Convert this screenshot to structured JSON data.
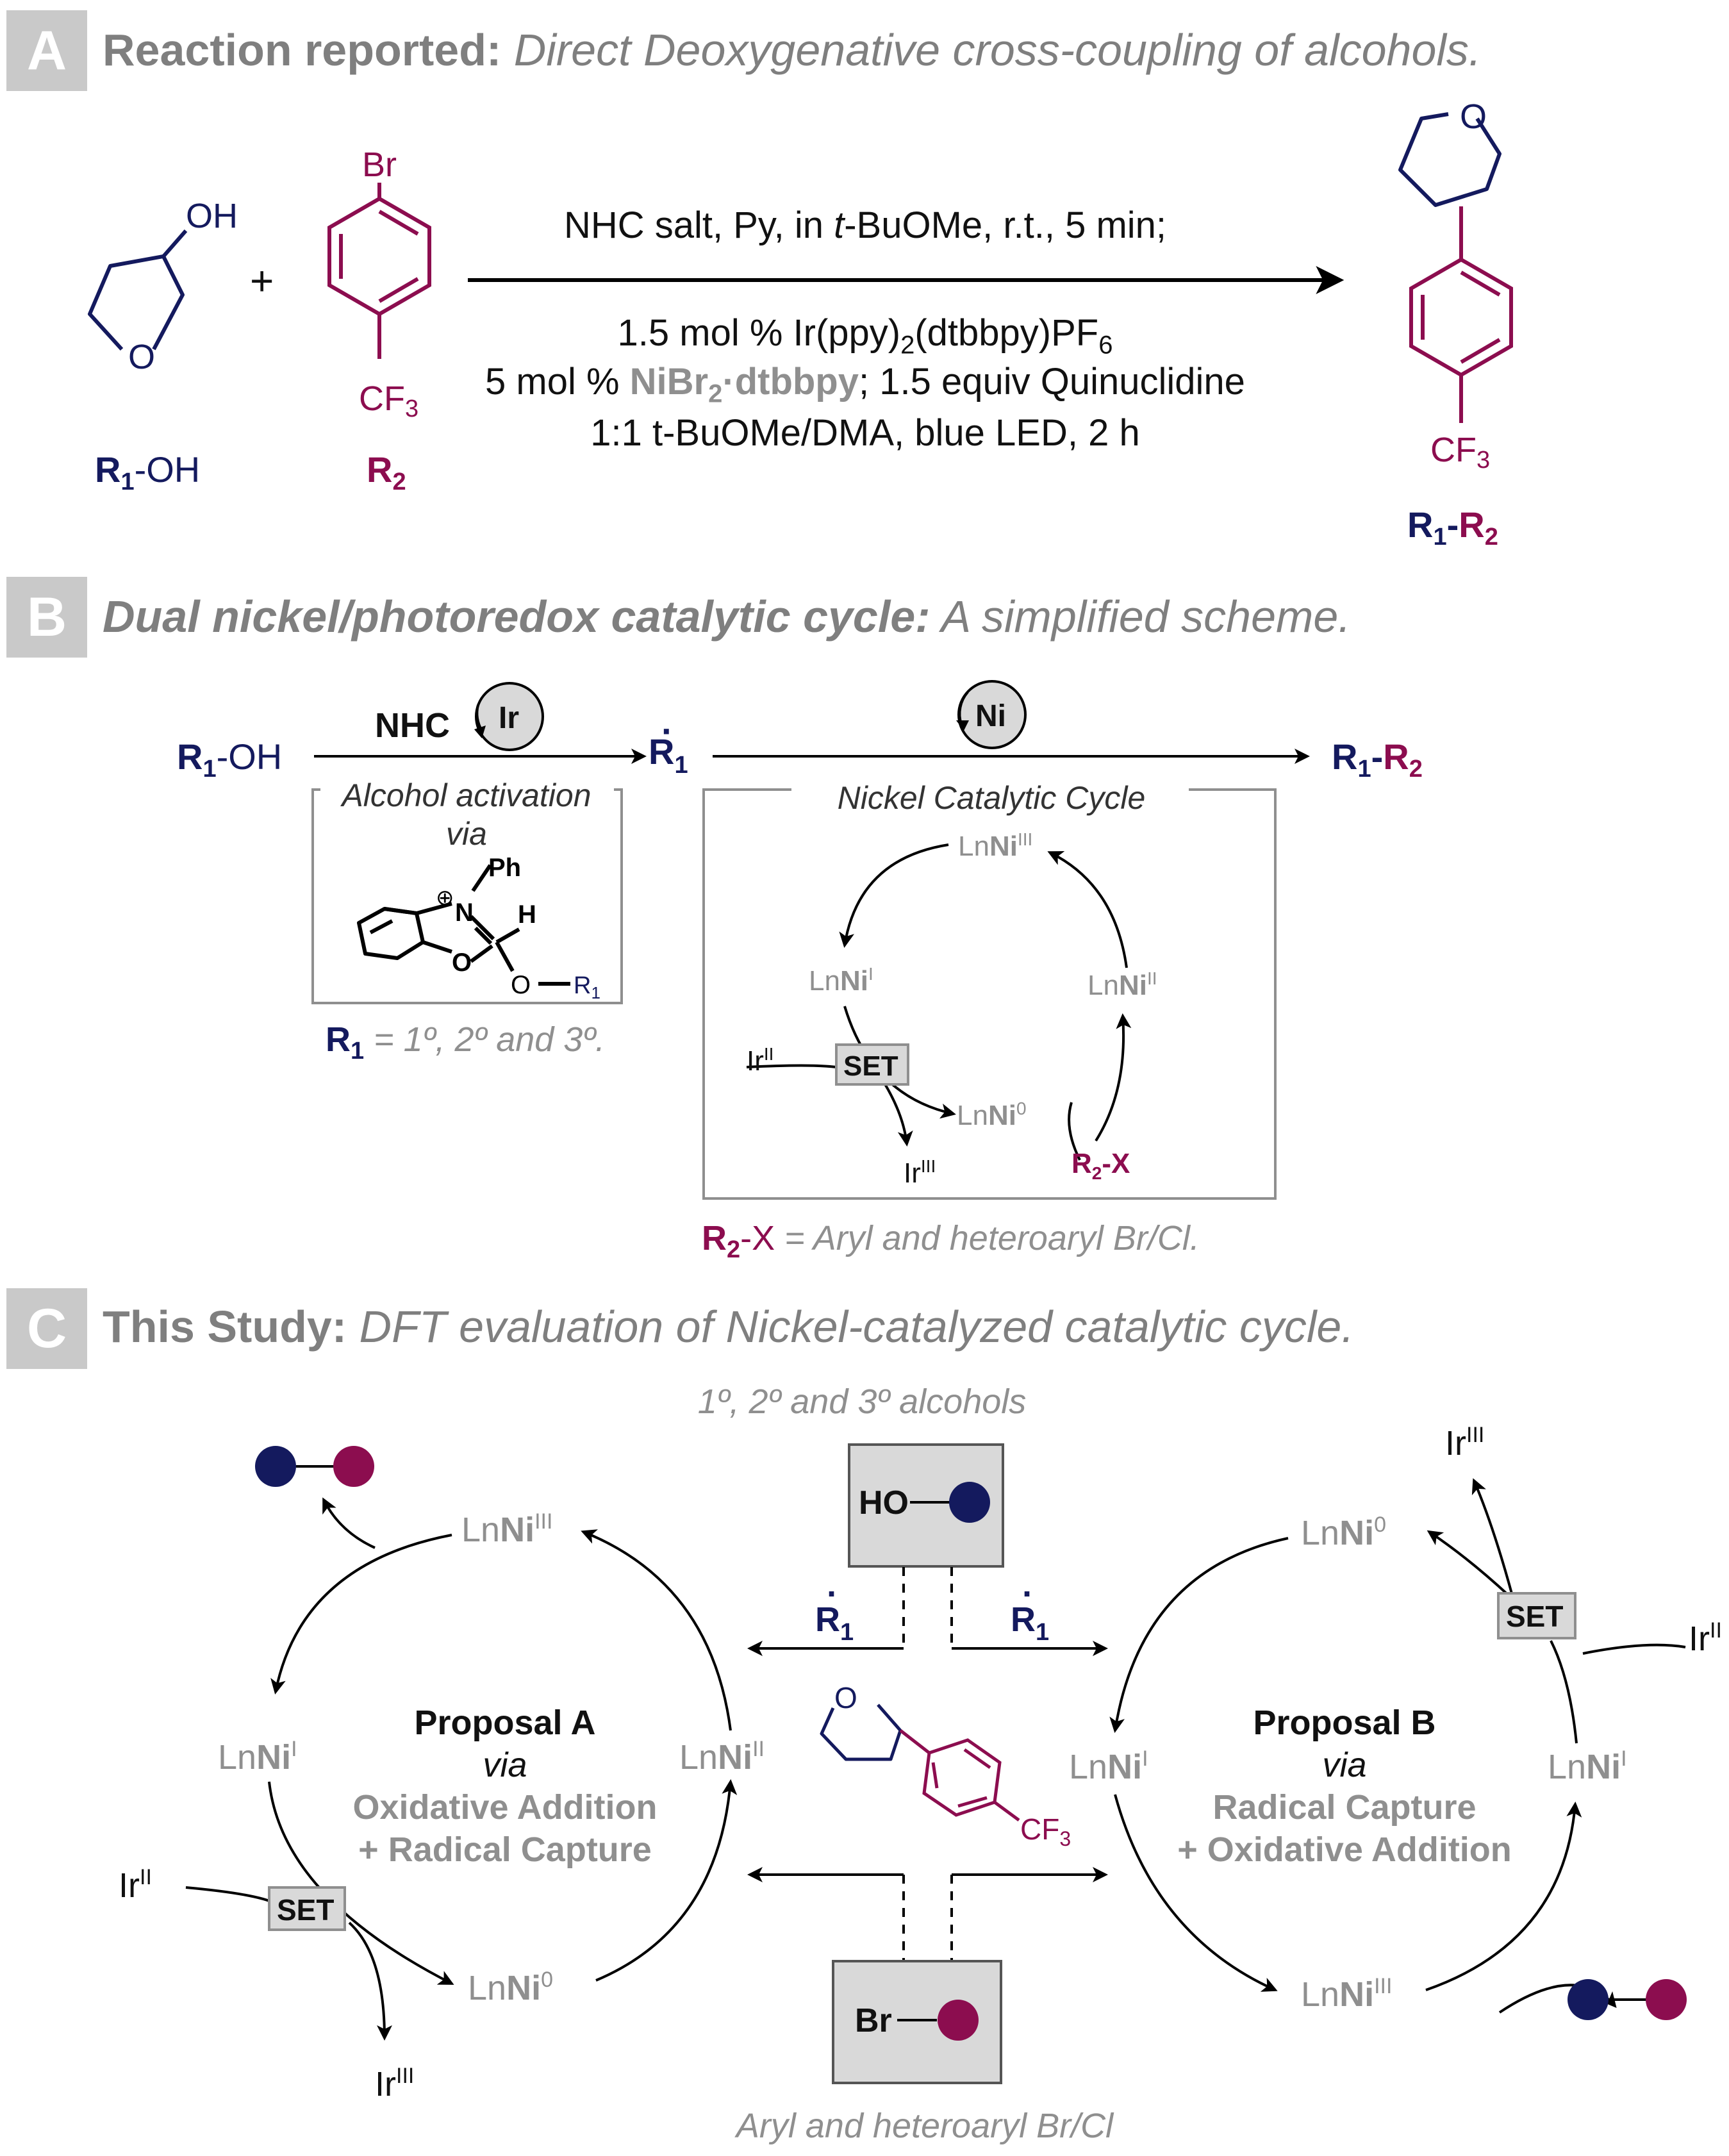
{
  "section_a": {
    "letter": "A",
    "title_bold": "Reaction reported:",
    "title_italic": " Direct Deoxygenative cross-coupling of alcohols.",
    "reactant1": {
      "oh": "OH",
      "o": "O",
      "r": "R",
      "sub": "1",
      "suffix": "-OH"
    },
    "plus": "+",
    "reactant2": {
      "br": "Br",
      "cf3": "CF",
      "cf3_sub": "3",
      "r": "R",
      "sub": "2"
    },
    "conditions": {
      "line1_a": "NHC salt, Py, in ",
      "line1_b": "t",
      "line1_c": "-BuOMe, r.t., 5 min;",
      "line2_a": "1.5 mol % Ir(ppy)",
      "line2_sub1": "2",
      "line2_b": "(dtbbpy)PF",
      "line2_sub2": "6",
      "line3_a": "5 mol % ",
      "line3_b": "NiBr",
      "line3_sub": "2",
      "line3_c": "·dtbbpy",
      "line3_d": "; 1.5 equiv Quinuclidine",
      "line4": "1:1 t-BuOMe/DMA, blue LED, 2 h"
    },
    "product": {
      "o": "O",
      "cf3": "CF",
      "cf3_sub": "3",
      "r1": "R",
      "sub1": "1",
      "dash": "-",
      "r2": "R",
      "sub2": "2"
    }
  },
  "section_b": {
    "letter": "B",
    "title_italic_bold": "Dual nickel/photoredox catalytic cycle:",
    "title_italic": " A simplified scheme.",
    "start": {
      "r": "R",
      "sub": "1",
      "suffix": "-OH"
    },
    "nhc": "NHC",
    "ir": "Ir",
    "ni": "Ni",
    "radical": {
      "r": "R",
      "sub": "1",
      "dot": "·"
    },
    "end": {
      "r1": "R",
      "sub1": "1",
      "dash": "-",
      "r2": "R",
      "sub2": "2"
    },
    "activation_title": "Alcohol activation",
    "activation_via": "via",
    "struct_labels": {
      "ph": "Ph",
      "n": "N",
      "plus": "⊕",
      "h": "H",
      "o1": "O",
      "o2": "O",
      "r1": "R",
      "r1sub": "1"
    },
    "r1_note": {
      "r": "R",
      "sub": "1",
      "text": " = 1º, 2º and 3º."
    },
    "ni_cycle_title": "Nickel Catalytic Cycle",
    "species": {
      "ln": "Ln",
      "ni": "Ni",
      "niIII": "III",
      "niI": "I",
      "niII": "II",
      "ni0": "0"
    },
    "set": "SET",
    "irII": {
      "ir": "Ir",
      "ox": "II"
    },
    "irIII": {
      "ir": "Ir",
      "ox": "III"
    },
    "r2x": {
      "r": "R",
      "sub": "2",
      "x": "-X"
    },
    "r2x_note": {
      "r": "R",
      "sub": "2",
      "x": "-X",
      "text": " = Aryl and heteroaryl Br/Cl."
    }
  },
  "section_c": {
    "letter": "C",
    "title_bold": "This Study:",
    "title_italic": " DFT evaluation of Nickel-catalyzed catalytic cycle.",
    "alcohols_caption": "1º, 2º and 3º alcohols",
    "ho": "HO",
    "radical": {
      "r": "R",
      "sub": "1",
      "dot": "·"
    },
    "br": "Br",
    "aryl_caption": "Aryl and heteroaryl Br/Cl",
    "product_cf3": "CF",
    "product_cf3_sub": "3",
    "product_o": "O",
    "proposal_a": {
      "title": "Proposal A",
      "via": "via",
      "line1": "Oxidative Addition",
      "line2": "+ Radical Capture"
    },
    "proposal_b": {
      "title": "Proposal B",
      "via": "via",
      "line1": "Radical Capture",
      "line2": "+ Oxidative Addition"
    },
    "set": "SET",
    "ir": "Ir",
    "irII": "II",
    "irIII": "III",
    "ln": "Ln",
    "ni": "Ni",
    "niIII": "III",
    "niI": "I",
    "niII": "II",
    "ni0": "0"
  },
  "colors": {
    "navy": "#141a5e",
    "magenta": "#8c0d4f",
    "grey": "#8f8f8f",
    "box": "#d9d9d9"
  }
}
